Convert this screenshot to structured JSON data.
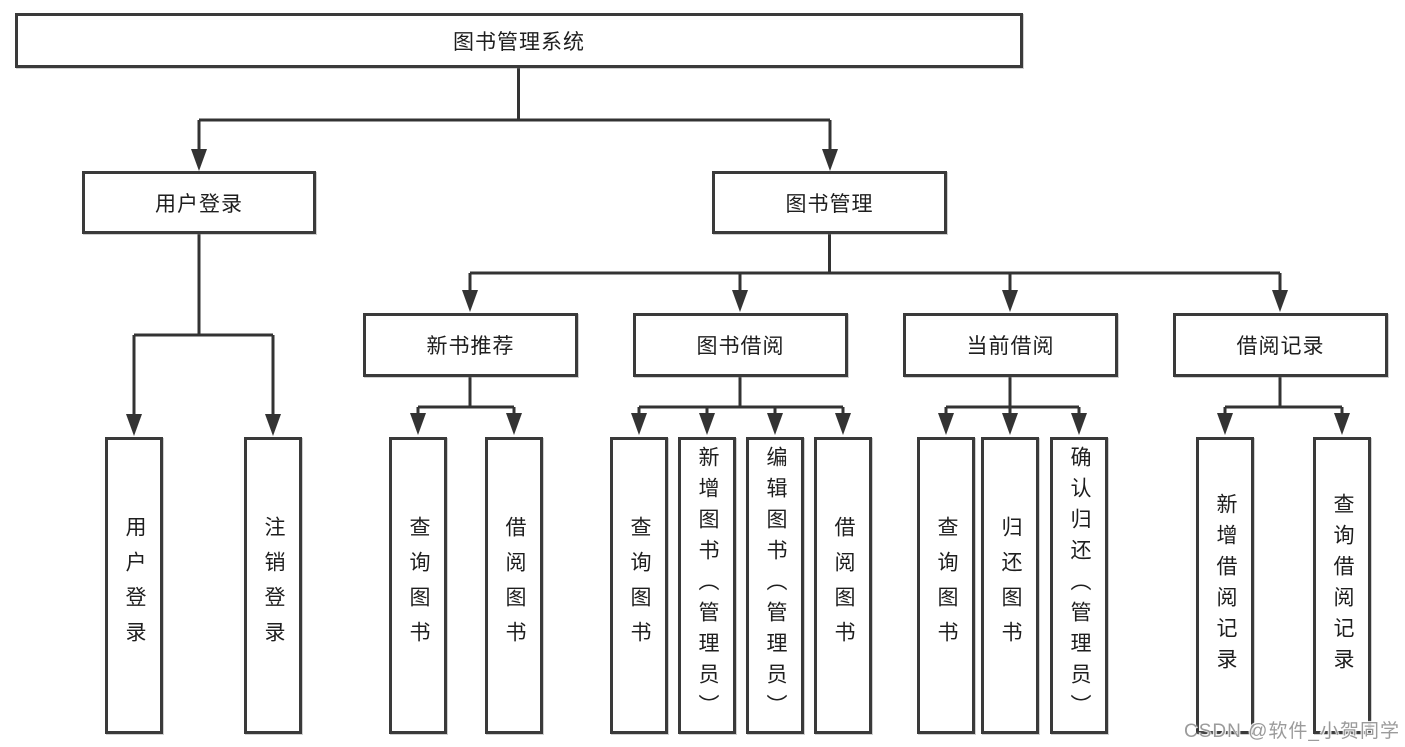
{
  "diagram": {
    "root": {
      "label": "图书管理系统"
    },
    "branches": [
      {
        "label": "用户登录",
        "children": [
          {
            "label": "用户登录"
          },
          {
            "label": "注销登录"
          }
        ]
      },
      {
        "label": "图书管理",
        "children": [
          {
            "label": "新书推荐",
            "children": [
              {
                "label": "查询图书"
              },
              {
                "label": "借阅图书"
              }
            ]
          },
          {
            "label": "图书借阅",
            "children": [
              {
                "label": "查询图书"
              },
              {
                "label": "新增图书（管理员）"
              },
              {
                "label": "编辑图书（管理员）"
              },
              {
                "label": "借阅图书"
              }
            ]
          },
          {
            "label": "当前借阅",
            "children": [
              {
                "label": "查询图书"
              },
              {
                "label": "归还图书"
              },
              {
                "label": "确认归还（管理员）"
              }
            ]
          },
          {
            "label": "借阅记录",
            "children": [
              {
                "label": "新增借阅记录"
              },
              {
                "label": "查询借阅记录"
              }
            ]
          }
        ]
      }
    ]
  },
  "watermark": "CSDN @软件_小贺同学",
  "colors": {
    "line": "#333333",
    "border": "#3a3a3a",
    "background": "#ffffff",
    "watermark_text": "#9b9b9b"
  }
}
